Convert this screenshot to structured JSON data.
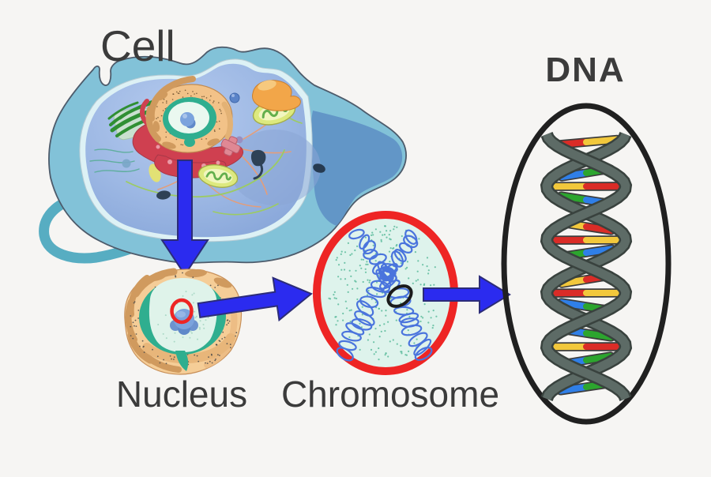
{
  "labels": {
    "cell": "Cell",
    "nucleus": "Nucleus",
    "chromosome": "Chromosome",
    "dna": "DNA"
  },
  "illustrations": {
    "cell": "animal cell with organelles and flagellum tail",
    "nucleus": "cell nucleus with nucleolus circled in red",
    "chromosome": "X-shaped coiled chromosome inside red circle",
    "dna": "DNA double helix inside black oval",
    "arrows": [
      "cell-to-nucleus",
      "nucleus-to-chromosome",
      "chromosome-to-dna"
    ]
  },
  "colors": {
    "bg": "#f6f5f3",
    "ink": "#3b3b3b",
    "arrow-blue": "#2b2bef",
    "arrow-edge": "#2c2c78",
    "ring-red": "#ee2524",
    "chromo-fill": "#def3ec",
    "chromo-speckle": "#54b897",
    "coil-blue": "#4a74dd",
    "strand": "#5d6b66",
    "strand-dark": "#39423e",
    "rung-red": "#da2c27",
    "rung-yellow": "#f2c83c",
    "rung-blue": "#2f7fe8",
    "rung-green": "#2ca52e",
    "nuc-tan": "#f5cd97",
    "nuc-tan-dark": "#d09a5e",
    "nuc-teal": "#2fae8f",
    "nuc-pale": "#dff3ea",
    "nucleolus-blue": "#7ba3dd",
    "cell-body": "#82c2d8",
    "cell-band": "#ddf1f5",
    "cell-pseudopod": "#5f92c5",
    "cell-tail": "#57adc2",
    "cell-outline": "#4d5b6b",
    "er-red": "#cf4050",
    "golgi-green": "#2f8f33",
    "mito-line": "#63af4c",
    "golgi-orange": "#f2a649",
    "dna-oval": "#202020"
  }
}
